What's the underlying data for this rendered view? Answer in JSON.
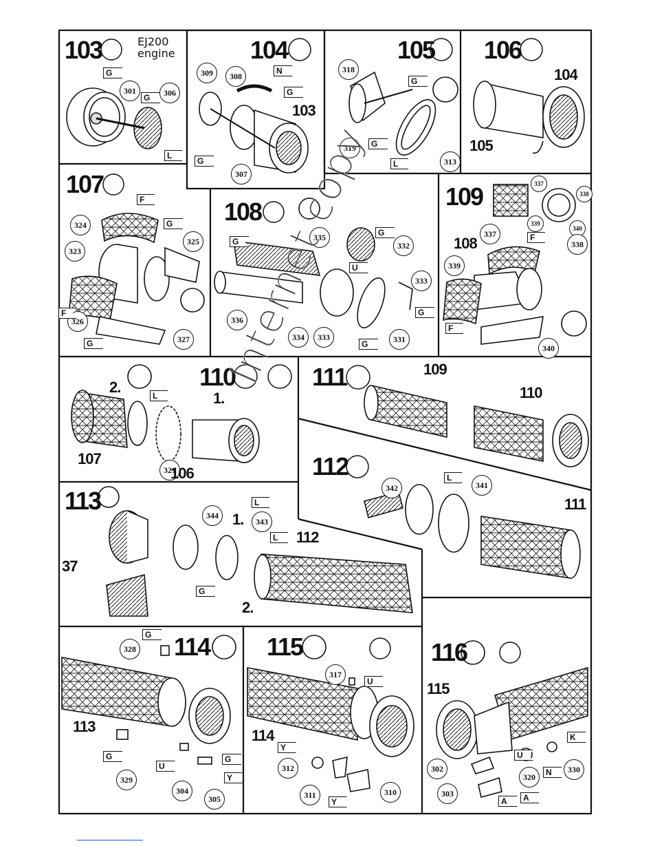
{
  "document": {
    "header_note": {
      "title": "EJ200",
      "subtitle": "engine"
    },
    "steps": {
      "s103": "103",
      "s104": "104",
      "s105": "105",
      "s106": "106",
      "s107": "107",
      "s108": "108",
      "s109": "109",
      "s110": "110",
      "s111": "111",
      "s112": "112",
      "s113": "113",
      "s114": "114",
      "s115": "115",
      "s116": "116"
    },
    "parts": {
      "p301": "301",
      "p306": "306",
      "p309": "309",
      "p308": "308",
      "p307": "307",
      "p318": "318",
      "p319": "319",
      "p313": "313",
      "p324": "324",
      "p323": "323",
      "p325": "325",
      "p326": "326",
      "p327": "327",
      "p335": "335",
      "p332": "332",
      "p333a": "333",
      "p336": "336",
      "p334": "334",
      "p333b": "333",
      "p331": "331",
      "p337a": "337",
      "p338a": "338",
      "p339a": "339",
      "p340a": "340",
      "p337": "337",
      "p338": "338",
      "p339": "339",
      "p340": "340",
      "p321": "321",
      "p342": "342",
      "p341": "341",
      "p344": "344",
      "p343": "343",
      "p328": "328",
      "p329": "329",
      "p304": "304",
      "p305": "305",
      "p317": "317",
      "p312": "312",
      "p311": "311",
      "p310": "310",
      "p302": "302",
      "p303": "303",
      "p320": "320",
      "p330": "330"
    },
    "assembly_labels": {
      "a103": "103",
      "a104": "104",
      "a105": "105",
      "a108": "108",
      "a109": "109",
      "a110": "110",
      "a107": "107",
      "a106": "106",
      "a111": "111",
      "a112": "112",
      "a113": "113",
      "a114": "114",
      "a115": "115",
      "n1a": "1.",
      "n2a": "2.",
      "n1b": "1.",
      "n2b": "2.",
      "n37": "37"
    },
    "paint_codes": {
      "G": "G",
      "L": "L",
      "N": "N",
      "F": "F",
      "U": "U",
      "K": "K",
      "Y": "Y",
      "A": "A"
    },
    "watermark": "Internet copy"
  }
}
